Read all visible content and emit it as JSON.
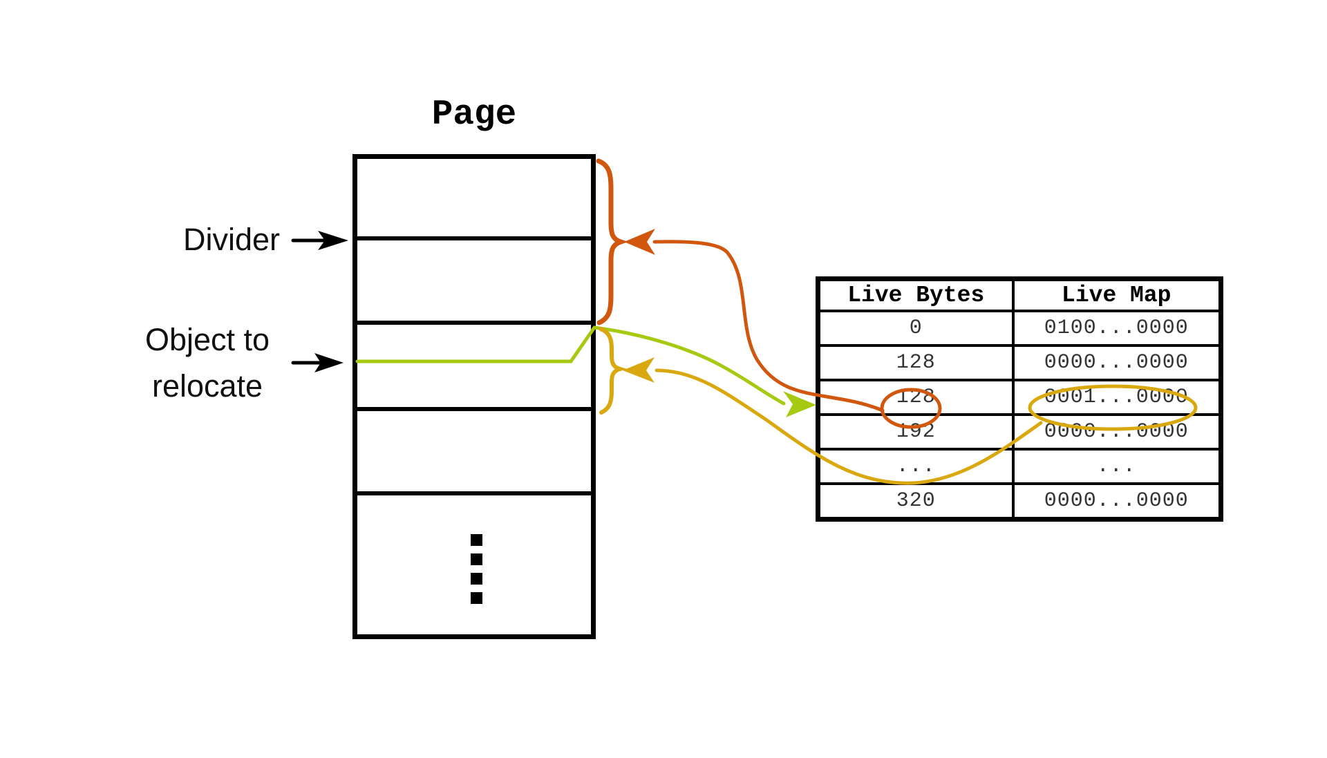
{
  "page": {
    "title": "Page",
    "labels": {
      "divider": "Divider",
      "object_to_relocate": "Object to\nrelocate"
    },
    "segments": 5,
    "ellipsis_icon": "vertical-dots"
  },
  "table": {
    "headers": [
      "Live Bytes",
      "Live Map"
    ],
    "rows": [
      [
        "0",
        "0100...0000"
      ],
      [
        "128",
        "0000...0000"
      ],
      [
        "128",
        "0001...0000"
      ],
      [
        "192",
        "0000...0000"
      ],
      [
        "...",
        "..."
      ],
      [
        "320",
        "0000...0000"
      ]
    ]
  },
  "annotations": {
    "circled_live_bytes_value": "128",
    "circled_live_map_value": "0001...0000",
    "orange_brace_spans": "top two page segments",
    "yellow_brace_spans": "object segment"
  },
  "colors": {
    "orange": "#d2570e",
    "green": "#a6ca12",
    "yellow": "#d9a80e",
    "ink": "#000000"
  }
}
